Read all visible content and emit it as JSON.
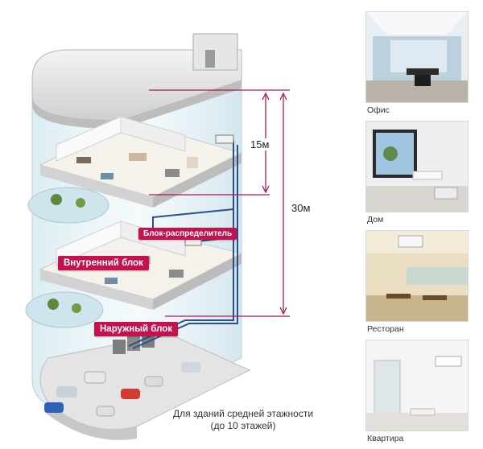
{
  "callouts": {
    "distributor": "Блок-распределитель",
    "indoor": "Внутренний блок",
    "outdoor": "Наружный блок"
  },
  "dimensions": {
    "short": "15м",
    "long": "30м"
  },
  "caption": {
    "line1": "Для зданий средней этажности",
    "line2": "(до 10 этажей)"
  },
  "photos": [
    {
      "label": "Офис"
    },
    {
      "label": "Дом"
    },
    {
      "label": "Ресторан"
    },
    {
      "label": "Квартира"
    }
  ],
  "colors": {
    "accent": "#c4124f",
    "pipe": "#2a4f8c",
    "glass": "#cfe6ee"
  }
}
